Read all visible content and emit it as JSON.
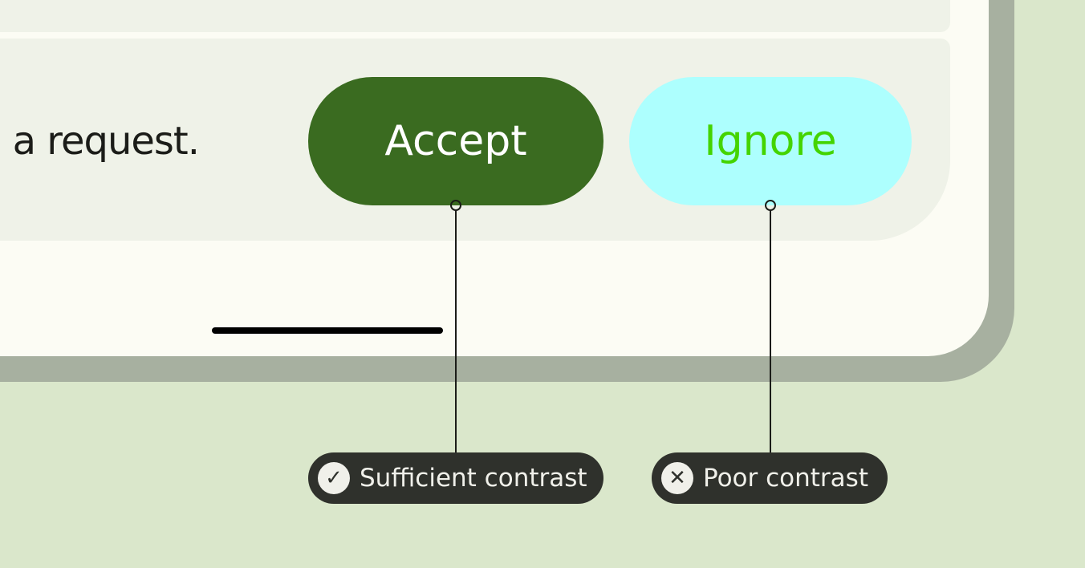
{
  "message": "a request.",
  "buttons": {
    "accept": "Accept",
    "ignore": "Ignore"
  },
  "annotations": [
    {
      "label": "Sufficient contrast",
      "icon": "check-circle-icon",
      "glyph": "✓"
    },
    {
      "label": "Poor contrast",
      "icon": "x-circle-icon",
      "glyph": "✕"
    }
  ],
  "colors": {
    "accept_bg": "#3a6b20",
    "accept_text": "#ffffff",
    "ignore_bg": "#adfffe",
    "ignore_text": "#44d400"
  }
}
